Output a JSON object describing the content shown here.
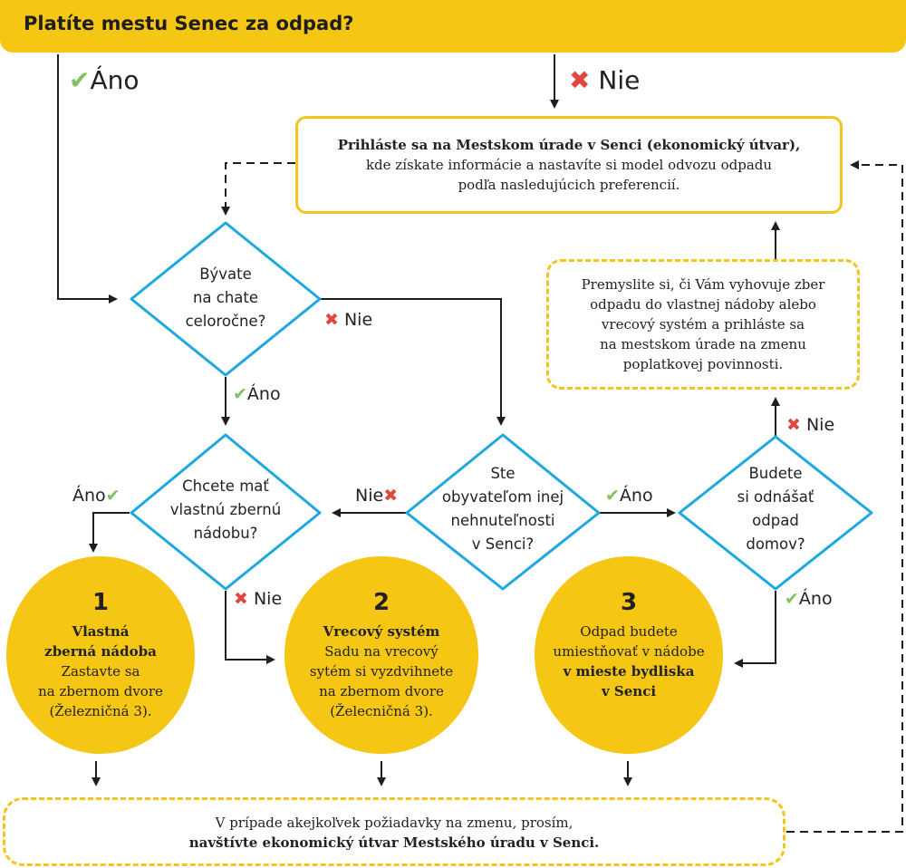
{
  "title": "Platíte mestu Senec za odpad?",
  "answers": {
    "yes": "Áno",
    "no": "Nie"
  },
  "register_box": {
    "bold": "Prihláste sa na Mestskom úrade v Senci (ekonomický útvar),",
    "line2": "kde získate informácie a nastavíte si model odvozu odpadu",
    "line3": "podľa nasledujúcich preferencií."
  },
  "consider_box": {
    "line1": "Premyslite si, či Vám vyhovuje zber",
    "line2": "odpadu do vlastnej nádoby alebo",
    "line3": "vrecový systém a prihláste sa",
    "line4": "na mestskom úrade na zmenu",
    "line5": "poplatkovej povinnosti."
  },
  "questions": {
    "cottage": [
      "Bývate",
      "na chate",
      "celoročne?"
    ],
    "bin": [
      "Chcete mať",
      "vlastnú zbernú",
      "nádobu?"
    ],
    "owner": [
      "Ste",
      "obyvateľom inej",
      "nehnuteľnosti",
      "v Senci?"
    ],
    "carry": [
      "Budete",
      "si odnášať",
      "odpad",
      "domov?"
    ]
  },
  "outcomes": [
    {
      "number": "1",
      "title_l1": "Vlastná",
      "title_l2": "zberná nádoba",
      "lines": [
        "Zastavte sa",
        "na zbernom dvore",
        "(Železničná 3)."
      ]
    },
    {
      "number": "2",
      "title_l1": "Vrecový systém",
      "lines": [
        "Sadu na vrecový",
        "sytém si vyzdvihnete",
        "na zbernom dvore",
        "(Želecničná 3)."
      ]
    },
    {
      "number": "3",
      "lines": [
        "Odpad budete",
        "umiestňovať v nádobe"
      ],
      "bold_l1": "v mieste bydliska",
      "bold_l2": "v Senci"
    }
  ],
  "footer": {
    "line1": "V prípade akejkoľvek požiadavky na zmenu, prosím,",
    "line2": "navštívte ekonomický útvar Mestského úradu v Senci."
  },
  "colors": {
    "accent": "#f6c614",
    "border": "#f1c51c",
    "diamond": "#1ea8e0",
    "check": "#7cc45b",
    "cross": "#e0473e"
  },
  "icons": {
    "yes": "check-icon",
    "no": "cross-icon"
  }
}
